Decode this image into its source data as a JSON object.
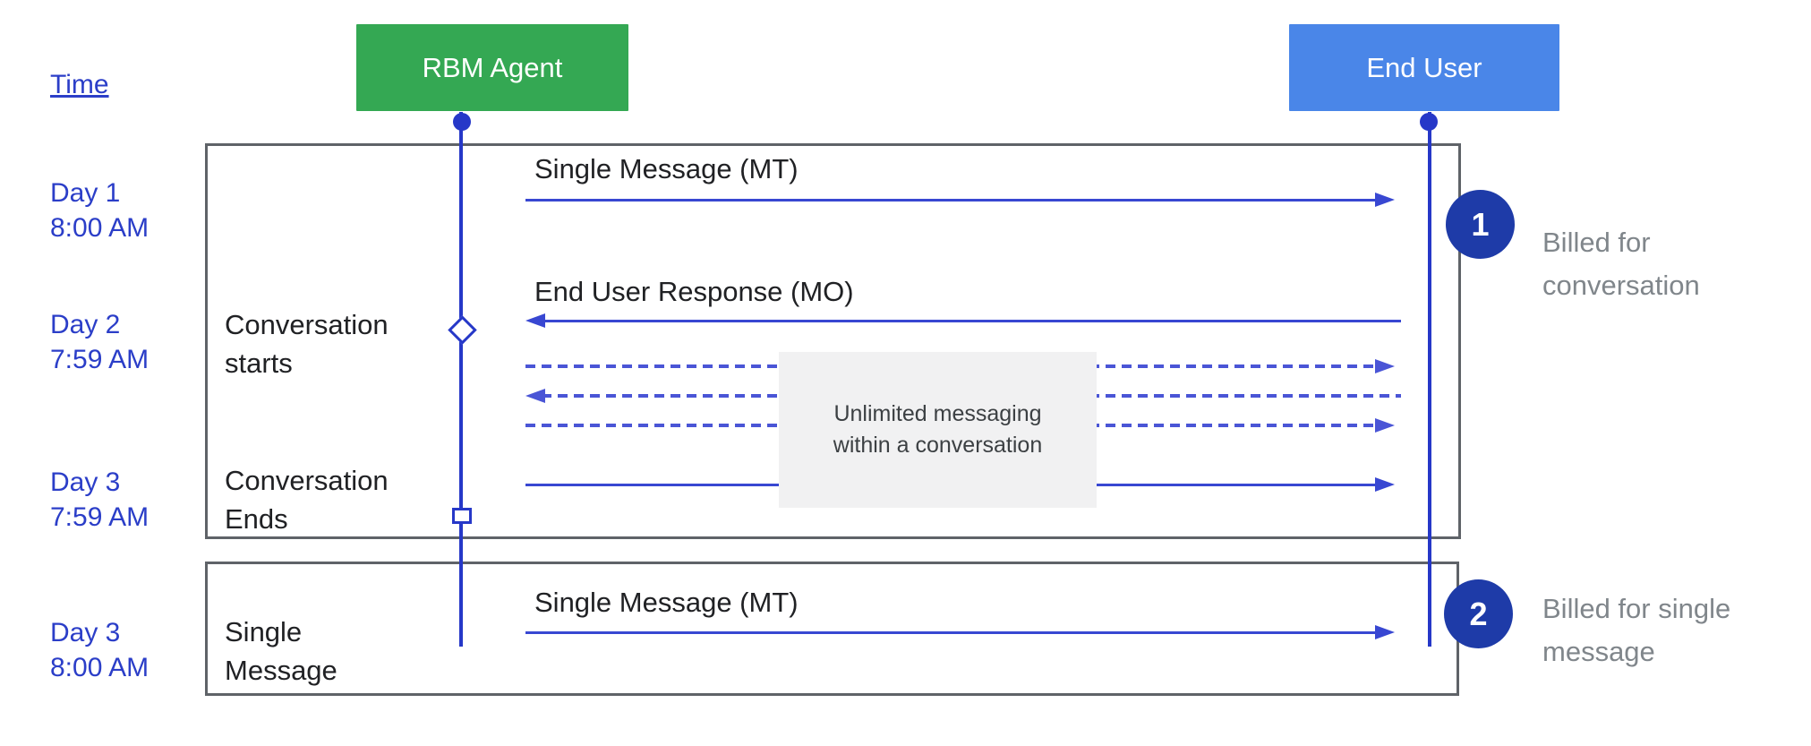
{
  "title": {
    "time_label": "Time"
  },
  "actors": {
    "agent": {
      "label": "RBM Agent",
      "color": "#34A853"
    },
    "user": {
      "label": "End User",
      "color": "#4A86E8"
    }
  },
  "timeline": [
    {
      "day": "Day 1",
      "time": "8:00 AM"
    },
    {
      "day": "Day 2",
      "time": "7:59 AM"
    },
    {
      "day": "Day 3",
      "time": "7:59 AM"
    },
    {
      "day": "Day 3",
      "time": "8:00 AM"
    }
  ],
  "lifeline_notes": {
    "conversation_starts": {
      "line1": "Conversation",
      "line2": "starts"
    },
    "conversation_ends": {
      "line1": "Conversation",
      "line2": "Ends"
    },
    "single_message": {
      "line1": "Single",
      "line2": "Message"
    }
  },
  "messages": {
    "mt1": "Single Message (MT)",
    "mo": "End User Response (MO)",
    "mt2": "Single Message (MT)"
  },
  "info_box": {
    "line1": "Unlimited messaging",
    "line2": "within a conversation"
  },
  "billing": [
    {
      "badge": "1",
      "line1": "Billed for",
      "line2": "conversation"
    },
    {
      "badge": "2",
      "line1": "Billed for single",
      "line2": "message"
    }
  ],
  "colors": {
    "agent_green": "#34A853",
    "user_blue": "#4A86E8",
    "lifeline_blue": "#2638C8",
    "arrow_blue": "#3847D2",
    "dashed_blue": "#4A55D6",
    "badge_navy": "#1E3BA8",
    "frame_gray": "#5F6368",
    "info_box_gray": "#F1F1F2",
    "billing_text_gray": "#80868B",
    "time_text_blue": "#2B3EC8"
  }
}
